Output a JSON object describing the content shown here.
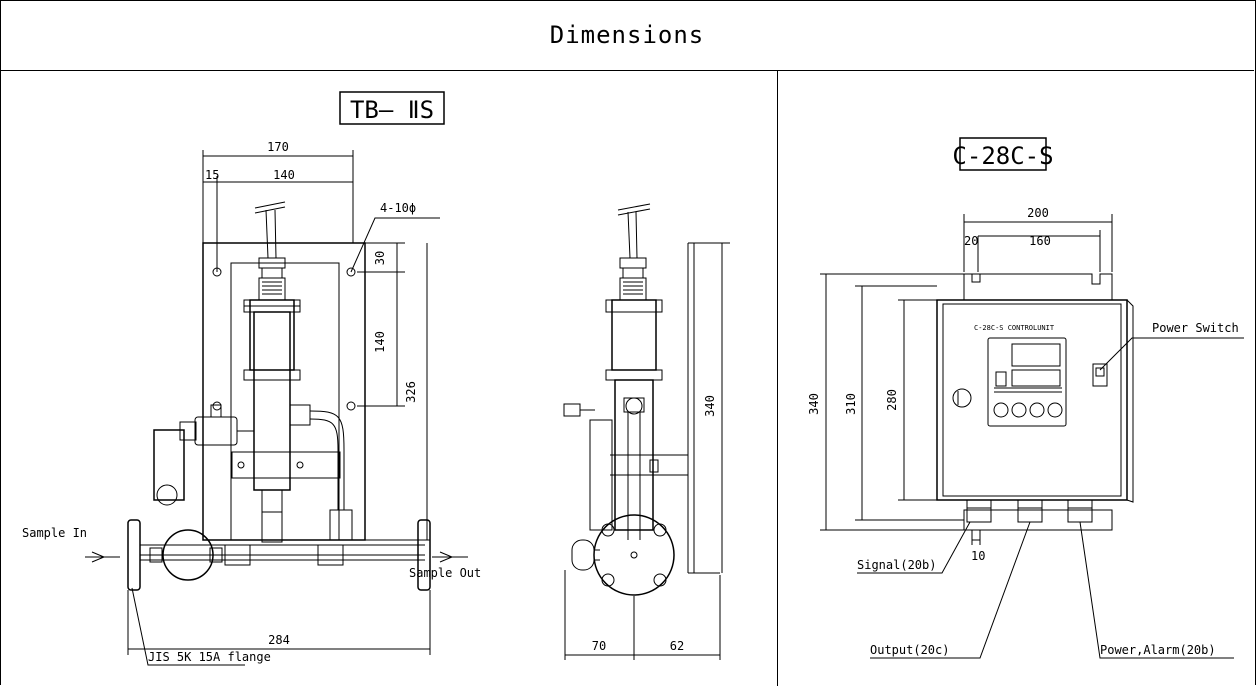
{
  "title": "Dimensions",
  "left_panel": {
    "model": "TB— ⅡS",
    "dim_170": "170",
    "dim_15": "15",
    "dim_140_top": "140",
    "hole_label": "4-10ϕ",
    "dim_30": "30",
    "dim_140_v": "140",
    "dim_326": "326",
    "dim_340": "340",
    "sample_in": "Sample In",
    "sample_out": "Sample Out",
    "dim_284": "284",
    "flange": "JIS 5K 15A flange",
    "dim_70": "70",
    "dim_62": "62"
  },
  "right_panel": {
    "model": "C-28C-S",
    "dim_200": "200",
    "dim_20": "20",
    "dim_160": "160",
    "dim_340": "340",
    "dim_310": "310",
    "dim_280": "280",
    "unit_label": "C-28C-S  CONTROLUNIT",
    "power_switch": "Power Switch",
    "dim_10": "10",
    "signal": "Signal(20b)",
    "output": "Output(20c)",
    "power_alarm": "Power,Alarm(20b)"
  }
}
